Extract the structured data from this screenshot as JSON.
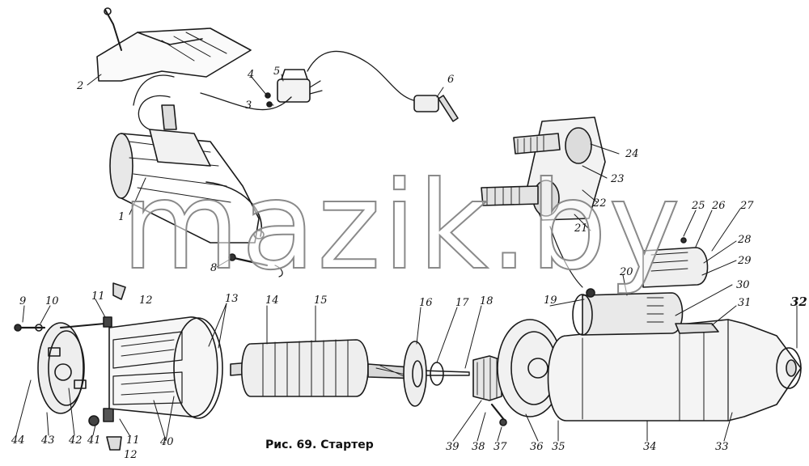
{
  "figure": {
    "caption": "Рис. 69. Стартер",
    "watermark": "mazik.by"
  },
  "callouts": [
    {
      "id": "1",
      "text": "1"
    },
    {
      "id": "2",
      "text": "2"
    },
    {
      "id": "3",
      "text": "3"
    },
    {
      "id": "4",
      "text": "4"
    },
    {
      "id": "5",
      "text": "5"
    },
    {
      "id": "6",
      "text": "6"
    },
    {
      "id": "8",
      "text": "8"
    },
    {
      "id": "9",
      "text": "9"
    },
    {
      "id": "10",
      "text": "10"
    },
    {
      "id": "11a",
      "text": "11"
    },
    {
      "id": "12a",
      "text": "12"
    },
    {
      "id": "13",
      "text": "13"
    },
    {
      "id": "14",
      "text": "14"
    },
    {
      "id": "15",
      "text": "15"
    },
    {
      "id": "16",
      "text": "16"
    },
    {
      "id": "17",
      "text": "17"
    },
    {
      "id": "18",
      "text": "18"
    },
    {
      "id": "19",
      "text": "19"
    },
    {
      "id": "20",
      "text": "20"
    },
    {
      "id": "21",
      "text": "21"
    },
    {
      "id": "22",
      "text": "22"
    },
    {
      "id": "23",
      "text": "23"
    },
    {
      "id": "24",
      "text": "24"
    },
    {
      "id": "25",
      "text": "25"
    },
    {
      "id": "26",
      "text": "26"
    },
    {
      "id": "27",
      "text": "27"
    },
    {
      "id": "28",
      "text": "28"
    },
    {
      "id": "29",
      "text": "29"
    },
    {
      "id": "30",
      "text": "30"
    },
    {
      "id": "31",
      "text": "31"
    },
    {
      "id": "32",
      "text": "32"
    },
    {
      "id": "33",
      "text": "33"
    },
    {
      "id": "34",
      "text": "34"
    },
    {
      "id": "35",
      "text": "35"
    },
    {
      "id": "36",
      "text": "36"
    },
    {
      "id": "37",
      "text": "37"
    },
    {
      "id": "38",
      "text": "38"
    },
    {
      "id": "39",
      "text": "39"
    },
    {
      "id": "40",
      "text": "40"
    },
    {
      "id": "11b",
      "text": "11"
    },
    {
      "id": "41",
      "text": "41"
    },
    {
      "id": "42",
      "text": "42"
    },
    {
      "id": "12b",
      "text": "12"
    },
    {
      "id": "43",
      "text": "43"
    },
    {
      "id": "44",
      "text": "44"
    }
  ]
}
